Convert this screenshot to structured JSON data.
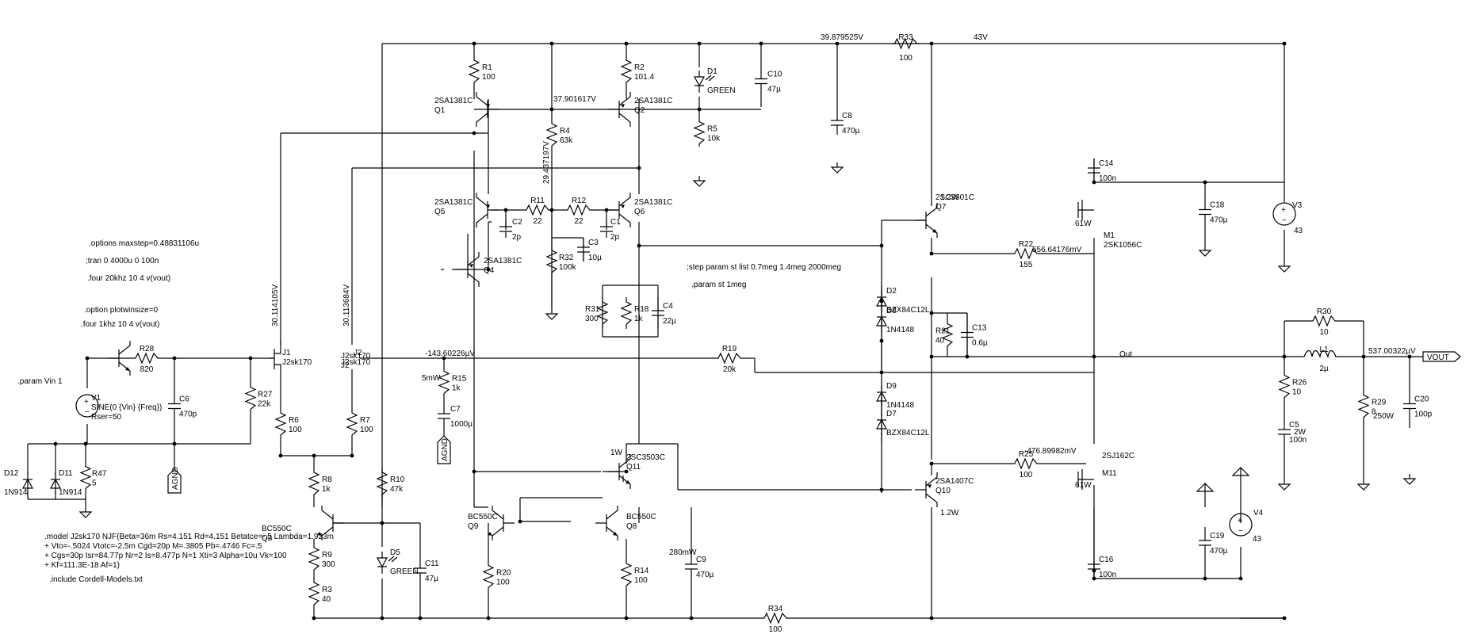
{
  "labels": {
    "n_39_8": "39.879525V",
    "n_43": "43V",
    "n_37_9": "37.901617V",
    "n_29_4": "29.437197V",
    "n_30_114105": "30.114105V",
    "n_30_113684": "30.113684V",
    "n_m143": "-143.60226µV",
    "n_556": "556.64176mV",
    "n_m476": "-476.89982mV",
    "n_537": "537.00322µV",
    "out": "Out",
    "vout": "VOUT",
    "agnd": "AGND",
    "pw_5mw": "5mW",
    "pw_280mw": "280mW",
    "pw_1w": "1W",
    "pw_q7": "1.2W",
    "pw_q10": "1.2W",
    "pw_61w_m1": "61W",
    "pw_61w_m11": "61W",
    "pw_2w": "2W",
    "pw_250w": "250W"
  },
  "directives": {
    "options": ".options maxstep=0.48831106u",
    "tran": ";tran 0 4000u 0 100n",
    "four20": ".four 20khz 10 4 v(vout)",
    "plotwin": ".option plotwinsize=0",
    "four1": ".four 1khz 10 4 v(vout)",
    "param_vin": ".param Vin 1",
    "step": ";step param st list 0.7meg  1.4meg 2000meg",
    "param_st": ".param st 1meg",
    "model1": ".model J2sk170 NJF(Beta=36m Rs=4.151 Rd=4.151 Betatce=-.5 Lambda=1.923m",
    "model2": "+ Vto=-.5024 Vtotc=-2.5m Cgd=20p M=.3805 Pb=.4746 Fc=.5",
    "model3": "+ Cgs=30p Isr=84.77p Nr=2 Is=8.477p N=1 Xti=3 Alpha=10u Vk=100",
    "model4": "+ Kf=111.3E-18 Af=1)",
    "include": ".include Cordell-Models.txt"
  },
  "parts": {
    "R1": {
      "name": "R1",
      "value": "100"
    },
    "R2": {
      "name": "R2",
      "value": "101.4"
    },
    "R3": {
      "name": "R3",
      "value": "40"
    },
    "R4": {
      "name": "R4",
      "value": "63k"
    },
    "R5": {
      "name": "R5",
      "value": "10k"
    },
    "R6": {
      "name": "R6",
      "value": "100"
    },
    "R7": {
      "name": "R7",
      "value": "100"
    },
    "R8": {
      "name": "R8",
      "value": "1k"
    },
    "R9": {
      "name": "R9",
      "value": "300"
    },
    "R10": {
      "name": "R10",
      "value": "47k"
    },
    "R11": {
      "name": "R11",
      "value": "22"
    },
    "R12": {
      "name": "R12",
      "value": "22"
    },
    "R14": {
      "name": "R14",
      "value": "100"
    },
    "R15": {
      "name": "R15",
      "value": "1k"
    },
    "R18": {
      "name": "R18",
      "value": "1k"
    },
    "R19": {
      "name": "R19",
      "value": "20k"
    },
    "R20": {
      "name": "R20",
      "value": "100"
    },
    "R21": {
      "name": "R21",
      "value": "40"
    },
    "R22": {
      "name": "R22",
      "value": "155"
    },
    "R25": {
      "name": "R25",
      "value": "100"
    },
    "R26": {
      "name": "R26",
      "value": "10"
    },
    "R27": {
      "name": "R27",
      "value": "22k"
    },
    "R28": {
      "name": "R28",
      "value": "820"
    },
    "R29": {
      "name": "R29",
      "value": "8"
    },
    "R30": {
      "name": "R30",
      "value": "10"
    },
    "R31": {
      "name": "R31",
      "value": "300"
    },
    "R32": {
      "name": "R32",
      "value": "100k"
    },
    "R33": {
      "name": "R33",
      "value": "100"
    },
    "R34": {
      "name": "R34",
      "value": "100"
    },
    "R47": {
      "name": "R47",
      "value": "5"
    },
    "C1": {
      "name": "C1",
      "value": "2p"
    },
    "C2": {
      "name": "C2",
      "value": "2p"
    },
    "C3": {
      "name": "C3",
      "value": "10µ"
    },
    "C4": {
      "name": "C4",
      "value": "22µ"
    },
    "C5": {
      "name": "C5",
      "value": "100n"
    },
    "C6": {
      "name": "C6",
      "value": "470p"
    },
    "C7": {
      "name": "C7",
      "value": "1000µ"
    },
    "C8": {
      "name": "C8",
      "value": "470µ"
    },
    "C9": {
      "name": "C9",
      "value": "470µ"
    },
    "C10": {
      "name": "C10",
      "value": "47µ"
    },
    "C11": {
      "name": "C11",
      "value": "47µ"
    },
    "C13": {
      "name": "C13",
      "value": "0.6µ"
    },
    "C14": {
      "name": "C14",
      "value": "100n"
    },
    "C16": {
      "name": "C16",
      "value": "100n"
    },
    "C18": {
      "name": "C18",
      "value": "470µ"
    },
    "C19": {
      "name": "C19",
      "value": "470µ"
    },
    "C20": {
      "name": "C20",
      "value": "100p"
    },
    "L1": {
      "name": "L1",
      "value": "2µ"
    },
    "D1": {
      "name": "D1",
      "value": "GREEN"
    },
    "D5": {
      "name": "D5",
      "value": "GREEN"
    },
    "D2": {
      "name": "D2",
      "value": "BZX84C12L"
    },
    "D7": {
      "name": "D7",
      "value": "BZX84C12L"
    },
    "D8": {
      "name": "D8",
      "value": "1N4148"
    },
    "D9": {
      "name": "D9",
      "value": "1N4148"
    },
    "D11": {
      "name": "D11",
      "value": "1N914"
    },
    "D12": {
      "name": "D12",
      "value": "1N914"
    },
    "Q1": {
      "name": "Q1",
      "value": "2SA1381C"
    },
    "Q2": {
      "name": "Q2",
      "value": "2SA1381C"
    },
    "Q3": {
      "name": "Q3",
      "value": "BC550C"
    },
    "Q4": {
      "name": "Q4",
      "value": "2SA1381C"
    },
    "Q5": {
      "name": "Q5",
      "value": "2SA1381C"
    },
    "Q6": {
      "name": "Q6",
      "value": "2SA1381C"
    },
    "Q7": {
      "name": "Q7",
      "value": "2SC3601C"
    },
    "Q8": {
      "name": "Q8",
      "value": "BC550C"
    },
    "Q9": {
      "name": "Q9",
      "value": "BC550C"
    },
    "Q10": {
      "name": "Q10",
      "value": "2SA1407C"
    },
    "Q11": {
      "name": "Q11",
      "value": "2SC3503C"
    },
    "J1": {
      "name": "J1",
      "value": "J2sk170"
    },
    "J2": {
      "name": "J2",
      "value": "J2sk170"
    },
    "M1": {
      "name": "M1",
      "value": "2SK1056C"
    },
    "M11": {
      "name": "M11",
      "value": "2SJ162C"
    },
    "V1": {
      "name": "V1",
      "line1": "SINE(0 {Vin} {Freq})",
      "line2": "Rser=50"
    },
    "V3": {
      "name": "V3",
      "value": "43"
    },
    "V4": {
      "name": "V4",
      "value": "43"
    }
  }
}
